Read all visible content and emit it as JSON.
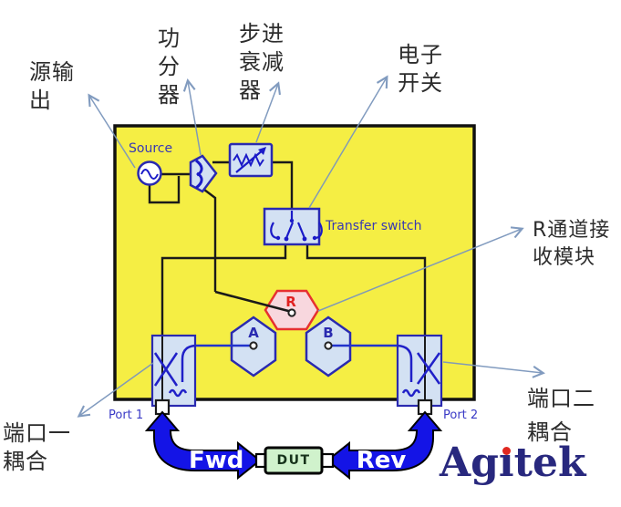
{
  "diagram": {
    "source_label": "Source",
    "transfer_switch_label": "Transfer switch",
    "port1_label": "Port 1",
    "port2_label": "Port 2",
    "receiver_r": "R",
    "receiver_a": "A",
    "receiver_b": "B",
    "fwd_label": "Fwd",
    "rev_label": "Rev",
    "dut_label": "DUT"
  },
  "annotations": {
    "source_output": {
      "lines": [
        "源输",
        "出"
      ]
    },
    "power_divider": {
      "lines": [
        "功",
        "分",
        "器"
      ]
    },
    "step_attenuator": {
      "lines": [
        "步进",
        "衰减",
        "器"
      ]
    },
    "electronic_switch": {
      "lines": [
        "电子",
        "开关"
      ]
    },
    "r_channel_module": {
      "lines": [
        "R通道接",
        "收模块"
      ]
    },
    "port1_coupling": {
      "lines": [
        "端口一",
        "耦合"
      ]
    },
    "port2_coupling": {
      "lines": [
        "端口二",
        "耦合"
      ]
    }
  },
  "brand": {
    "name": "Agitek",
    "dot_color": "#e02820"
  },
  "colors": {
    "panel_yellow": "#f5ee44",
    "component_fill": "#d3e1f3",
    "component_border": "#2a2ab0",
    "glyph_blue": "#1a1ac8",
    "wire_black": "#1a1a1a",
    "r_fill": "#f8d7de",
    "r_border": "#e63030",
    "flow_arrow_blue": "#1414e6",
    "dut_green": "#d0f2cc",
    "annotation_line": "#7b96bc"
  }
}
